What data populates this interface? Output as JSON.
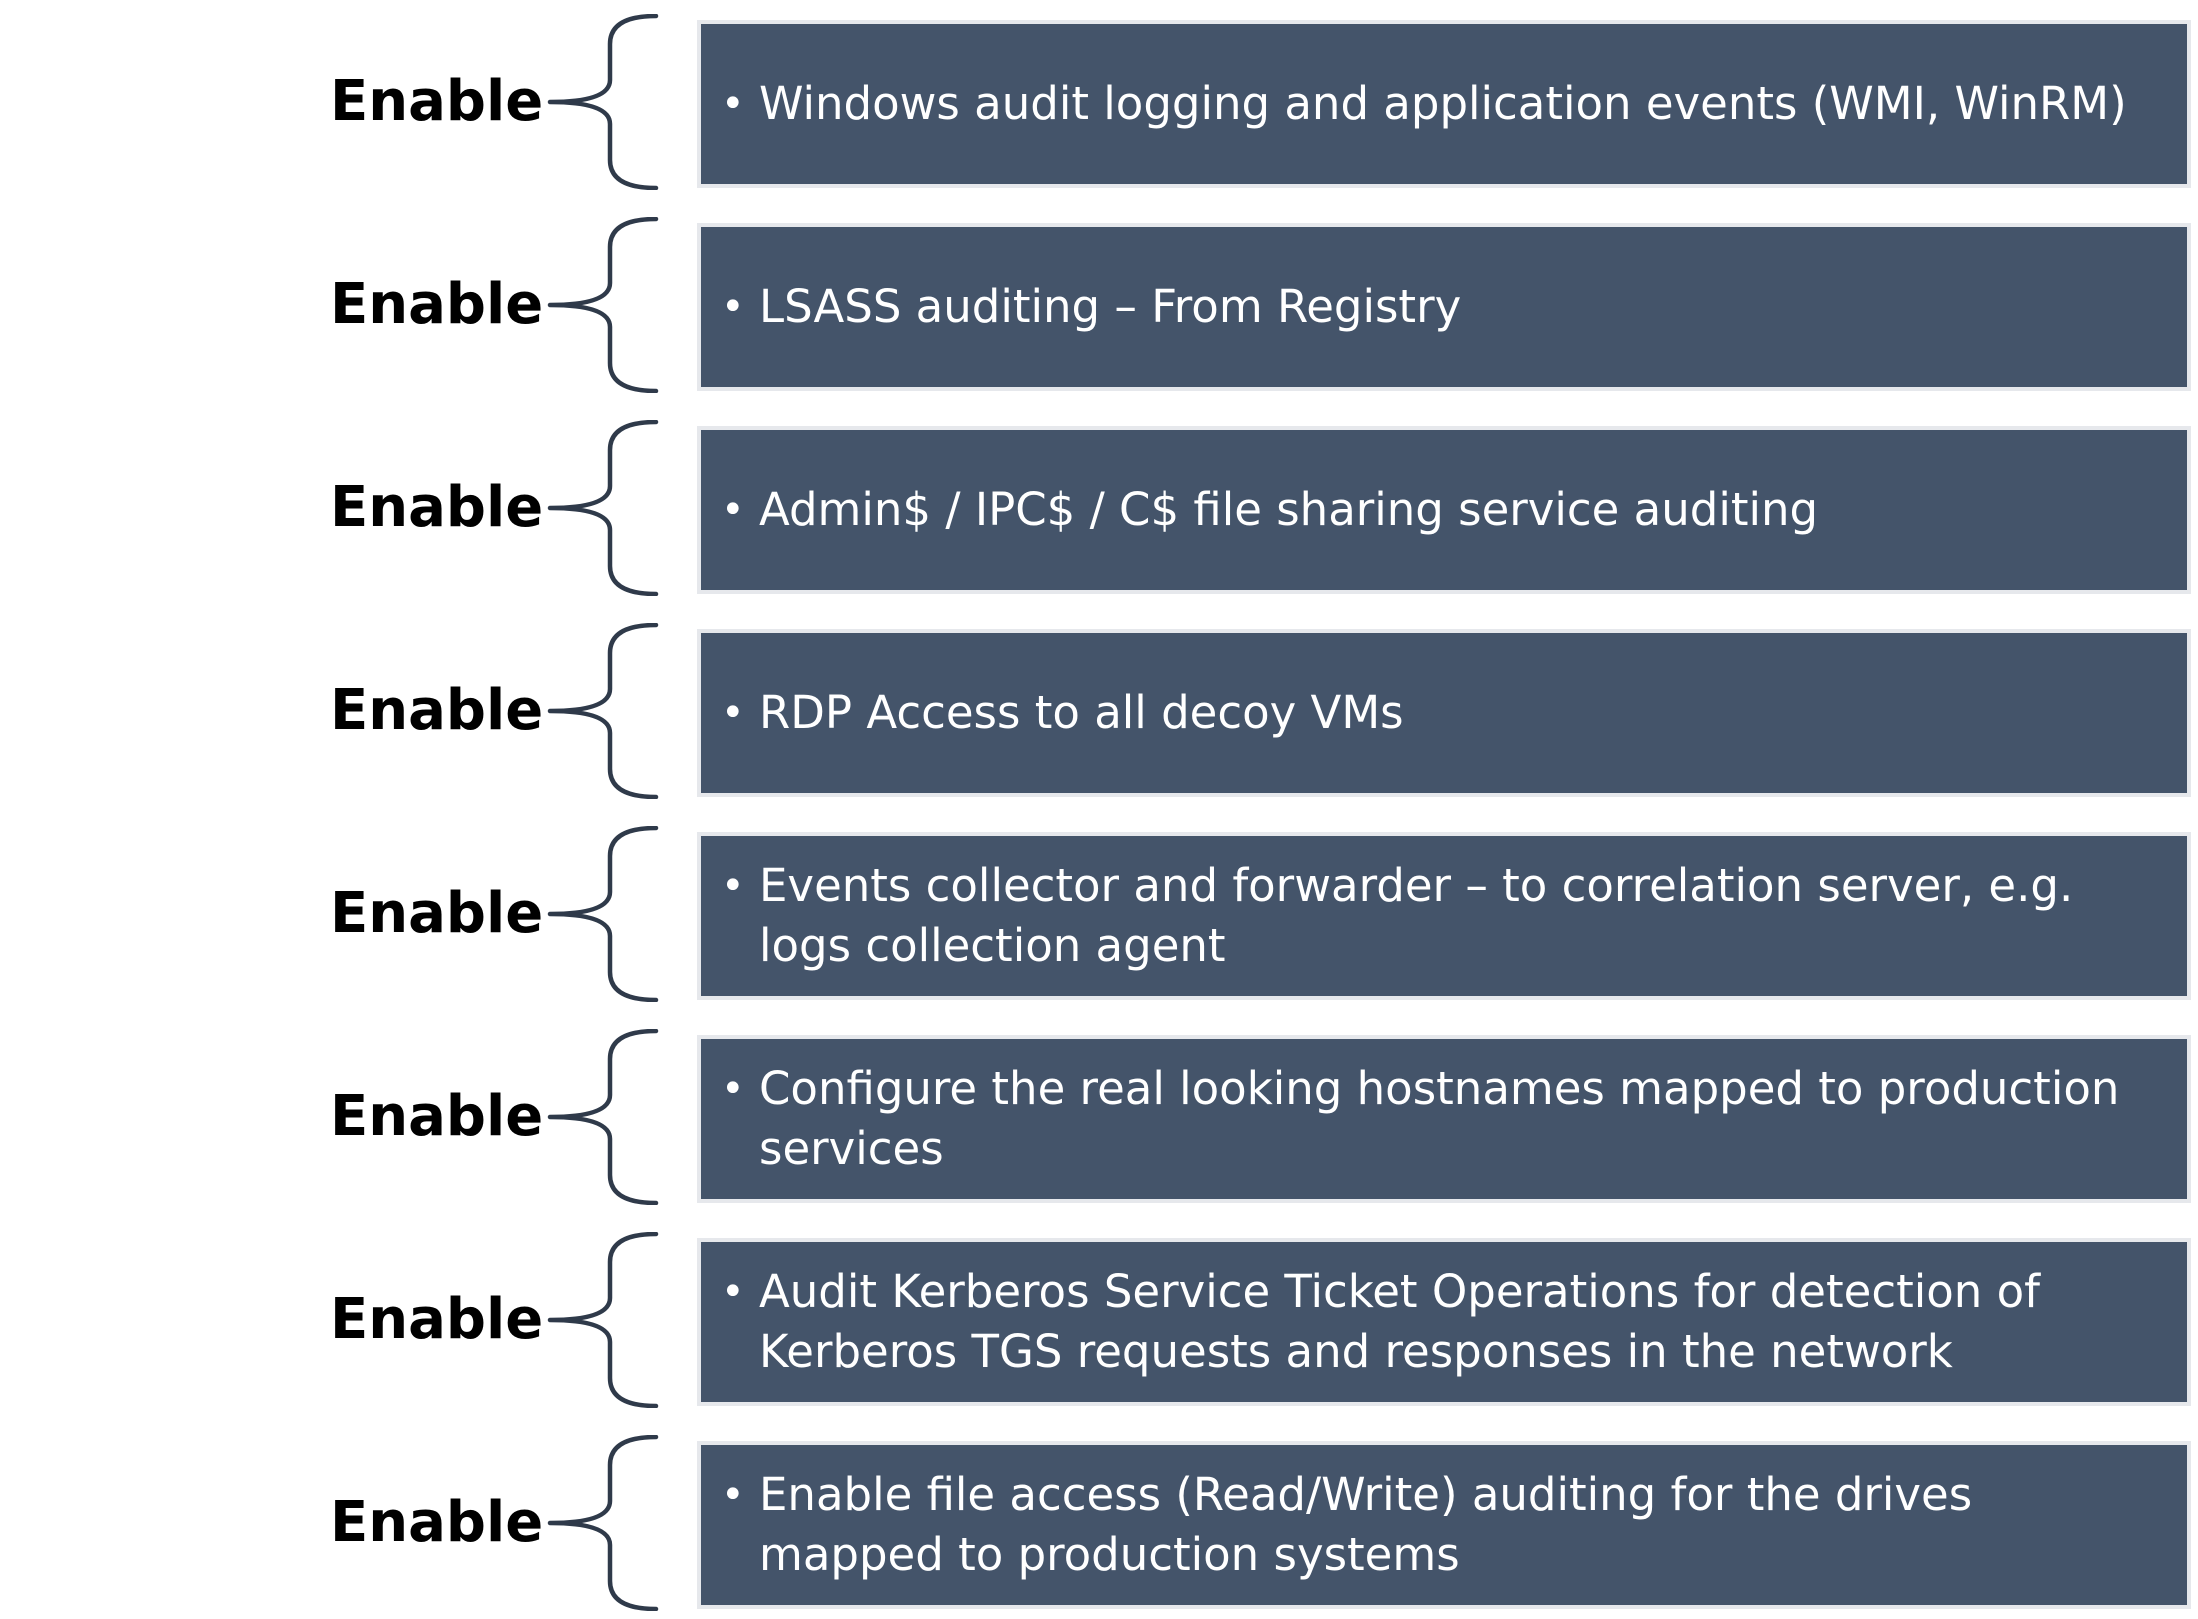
{
  "rows": [
    {
      "label": "Enable",
      "text": "Windows audit logging and application events (WMI, WinRM)"
    },
    {
      "label": "Enable",
      "text": "LSASS auditing – From Registry"
    },
    {
      "label": "Enable",
      "text": "Admin$ / IPC$ / C$ file sharing service auditing"
    },
    {
      "label": "Enable",
      "text": "RDP Access to all decoy VMs"
    },
    {
      "label": "Enable",
      "text": "Events collector and forwarder – to correlation server, e.g. logs collection agent"
    },
    {
      "label": "Enable",
      "text": "Configure the real looking hostnames mapped to production services"
    },
    {
      "label": "Enable",
      "text": "Audit Kerberos Service Ticket Operations for detection of Kerberos TGS requests and responses in the network"
    },
    {
      "label": "Enable",
      "text": "Enable file access (Read/Write) auditing for the drives mapped to production systems"
    }
  ],
  "colors": {
    "box_fill": "#44546a",
    "box_border": "#e6e8ec",
    "brace": "#2f3a4a",
    "label": "#000000",
    "item_text": "#ffffff"
  }
}
